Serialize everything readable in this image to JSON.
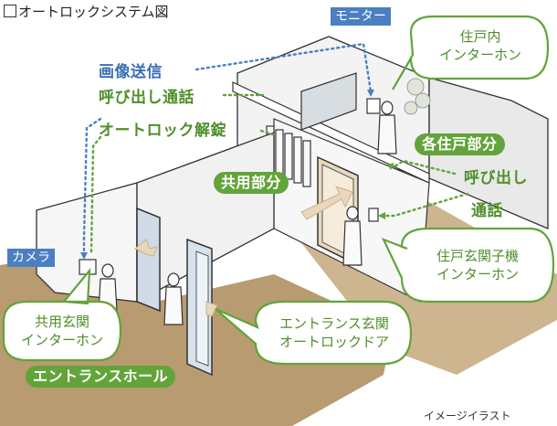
{
  "title": "オートロックシステム図",
  "labels": {
    "monitor": "モニター",
    "camera": "カメラ",
    "image_transmit": "画像送信",
    "call_talk": "呼び出し通話",
    "autolock_unlock": "オートロック解錠",
    "each_unit_part": "各住戸部分",
    "call_out_line1": "呼び出し",
    "call_out_line2": "通話",
    "common_part": "共用部分",
    "entrance_hall": "エントランスホール",
    "image_note": "イメージイラスト"
  },
  "bubbles": {
    "unit_interphone": [
      "住戸内",
      "インターホン"
    ],
    "unit_entrance_interphone": [
      "住戸玄関子機",
      "インターホン"
    ],
    "common_entrance_interphone": [
      "共用玄関",
      "インターホン"
    ],
    "entrance_autolock_door": [
      "エントランス玄関",
      "オートロックドア"
    ]
  },
  "colors": {
    "blue": "#4a7fc1",
    "green": "#62a43a",
    "floor": "#b89b70",
    "wall": "#f4f4f4"
  }
}
